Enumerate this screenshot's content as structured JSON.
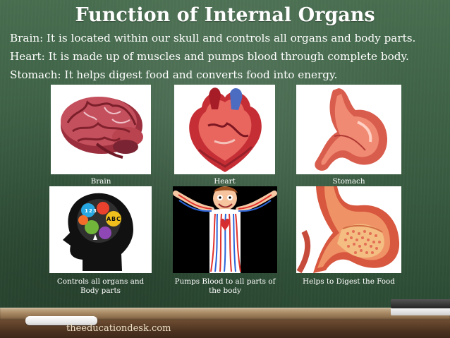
{
  "title": "Function of Internal Organs",
  "descriptions": [
    "Brain: It is located within our skull and controls all organs and body parts.",
    "Heart: It is made up of muscles and pumps blood through complete body.",
    "Stomach: It helps digest food and converts food into energy."
  ],
  "organs": [
    {
      "label": "Brain"
    },
    {
      "label": "Heart"
    },
    {
      "label": "Stomach"
    }
  ],
  "functions": [
    {
      "label": "Controls all organs and Body parts"
    },
    {
      "label": "Pumps Blood to all parts of the body"
    },
    {
      "label": "Helps to Digest the Food"
    }
  ],
  "head_illustration_text": [
    "1",
    "2",
    "3",
    "A",
    "B",
    "C"
  ],
  "footer": "theeducationdesk.com",
  "colors": {
    "board": "#3f6346",
    "organ_red": "#c9343a",
    "stomach_orange": "#e2725b",
    "frame_wood": "#7a5b3c"
  }
}
